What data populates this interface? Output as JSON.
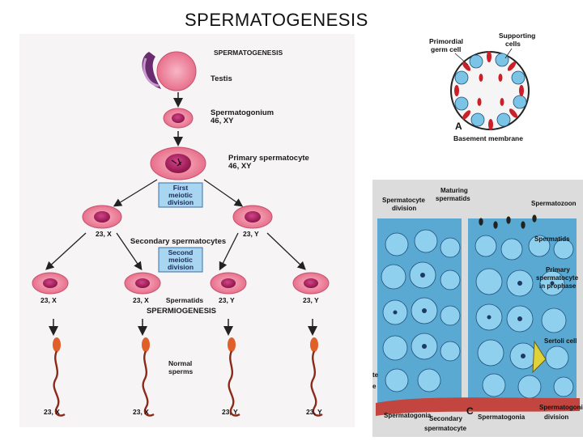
{
  "slide": {
    "title": "SPERMATOGENESIS"
  },
  "left_diagram": {
    "header": "SPERMATOGENESIS",
    "testis": "Testis",
    "spermatogonium": [
      "Spermatogonium",
      "46, XY"
    ],
    "primary": [
      "Primary spermatocyte",
      "46, XY"
    ],
    "first_division": [
      "First",
      "meiotic",
      "division"
    ],
    "secondary_labels": [
      "23, X",
      "23, Y"
    ],
    "secondary_title": "Secondary spermatocytes",
    "second_division": [
      "Second",
      "meiotic",
      "division"
    ],
    "spermatid_labels": [
      "23, X",
      "23, X",
      "23, Y",
      "23, Y"
    ],
    "spermatids": "Spermatids",
    "spermiogenesis": "SPERMIOGENESIS",
    "normal_sperms": [
      "Normal",
      "sperms"
    ],
    "sperm_labels": [
      "23, X",
      "23, X",
      "23, Y",
      "23, Y"
    ]
  },
  "panel_a": {
    "primordial": [
      "Primordial",
      "germ cell"
    ],
    "supporting": [
      "Supporting",
      "cells"
    ],
    "letter": "A",
    "basement": "Basement membrane"
  },
  "panel_c": {
    "spermatocyte_division": [
      "Spermatocyte",
      "division"
    ],
    "maturing": [
      "Maturing",
      "spermatids"
    ],
    "spermatozoon": "Spermatozoon",
    "spermatids": "Spermatids",
    "primary_prophase": [
      "Primary",
      "spermatocyte",
      "in prophase"
    ],
    "sertoli": "Sertoli cell",
    "left_cut": [
      "te",
      "e"
    ],
    "letter": "C",
    "spermatogonia_left": "Spermatogonia",
    "secondary": [
      "Secondary",
      "spermatocyte"
    ],
    "spermatogonia_right": "Spermatogonia",
    "spermatogonial": [
      "Spermatogonial",
      "division"
    ]
  },
  "colors": {
    "cell_outer": "#e8708c",
    "cell_inner": "#b3205a",
    "box_fill": "#a8d6f0",
    "sperm_head": "#e0602a",
    "tubule_cell": "#7cc4e6"
  }
}
